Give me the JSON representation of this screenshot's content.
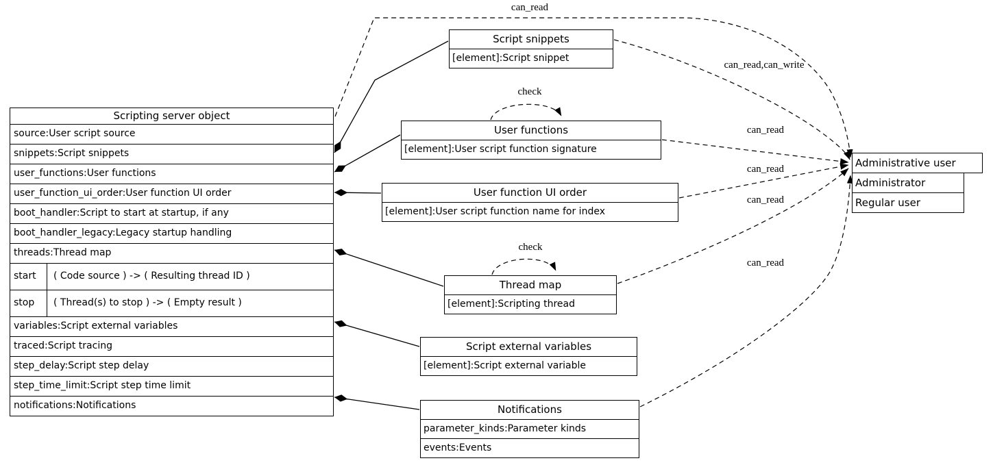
{
  "main_box": {
    "title": "Scripting server object",
    "attrs_top": [
      "source:User script source",
      "snippets:Script snippets",
      "user_functions:User functions",
      "user_function_ui_order:User function UI order",
      "boot_handler:Script to start at startup, if any",
      "boot_handler_legacy:Legacy startup handling",
      "threads:Thread map"
    ],
    "methods": [
      {
        "name": "start",
        "signature": "(  Code source  )   -> (  Resulting thread ID  )"
      },
      {
        "name": "stop",
        "signature": "(  Thread(s) to stop  )   -> (  Empty result  )"
      }
    ],
    "attrs_bottom": [
      "variables:Script external variables",
      "traced:Script tracing",
      "step_delay:Script step delay",
      "step_time_limit:Script step time limit",
      "notifications:Notifications"
    ]
  },
  "nodes": {
    "script_snippets": {
      "title": "Script snippets",
      "rows": [
        "[element]:Script snippet"
      ]
    },
    "user_functions": {
      "title": "User functions",
      "rows": [
        "[element]:User script function signature"
      ]
    },
    "user_function_ui_order": {
      "title": "User function UI order",
      "rows": [
        "[element]:User script function name for index"
      ]
    },
    "thread_map": {
      "title": "Thread map",
      "rows": [
        "[element]:Scripting thread"
      ]
    },
    "script_external_variables": {
      "title": "Script external variables",
      "rows": [
        "[element]:Script external variable"
      ]
    },
    "notifications": {
      "title": "Notifications",
      "rows": [
        "parameter_kinds:Parameter kinds",
        "events:Events"
      ]
    }
  },
  "admin_box": {
    "title": "Administrative user",
    "rows": [
      "Administrator",
      "Regular user"
    ]
  },
  "edge_labels": {
    "main_to_admin": "can_read",
    "snippets_to_admin": "can_read,can_write",
    "user_functions_to_admin": "can_read",
    "ui_order_to_admin": "can_read",
    "thread_map_to_admin": "can_read",
    "notifications_to_admin": "can_read",
    "check_user_functions": "check",
    "check_thread_map": "check"
  },
  "colors": {
    "line": "#000000",
    "background": "#ffffff"
  }
}
